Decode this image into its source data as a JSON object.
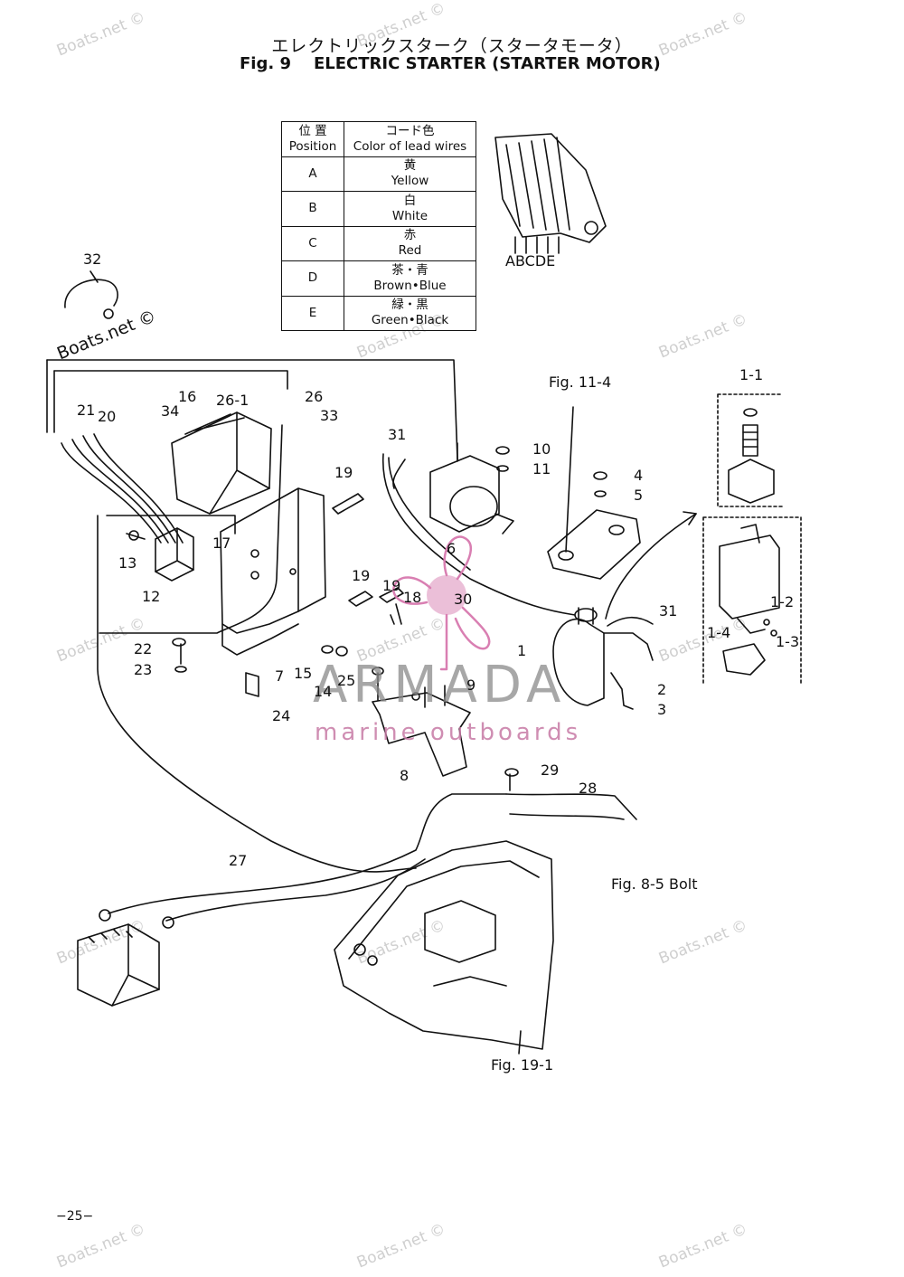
{
  "title": {
    "japanese": "エレクトリックスターク（スタータモータ）",
    "figure": "Fig. 9",
    "english": "ELECTRIC STARTER (STARTER MOTOR)"
  },
  "lead_table": {
    "header_position_jp": "位 置",
    "header_position_en": "Position",
    "header_color_jp": "コード色",
    "header_color_en": "Color of lead wires",
    "rows": [
      {
        "position": "A",
        "jp": "黄",
        "en": "Yellow"
      },
      {
        "position": "B",
        "jp": "白",
        "en": "White"
      },
      {
        "position": "C",
        "jp": "赤",
        "en": "Red"
      },
      {
        "position": "D",
        "jp": "茶・青",
        "en": "Brown•Blue"
      },
      {
        "position": "E",
        "jp": "緑・黒",
        "en": "Green•Black"
      }
    ]
  },
  "connector_label": "ABCDE",
  "figure_refs": {
    "fig_11_4": "Fig. 11-4",
    "fig_8_5": "Fig. 8-5 Bolt",
    "fig_19_1": "Fig. 19-1"
  },
  "part_labels": {
    "p1": "1",
    "p1_1": "1-1",
    "p1_2": "1-2",
    "p1_3": "1-3",
    "p1_4": "1-4",
    "p2": "2",
    "p3": "3",
    "p4": "4",
    "p5": "5",
    "p6": "6",
    "p7": "7",
    "p8": "8",
    "p9": "9",
    "p10": "10",
    "p11": "11",
    "p12": "12",
    "p13": "13",
    "p14": "14",
    "p15": "15",
    "p16": "16",
    "p17": "17",
    "p18": "18",
    "p19a": "19",
    "p19b": "19",
    "p19c": "19",
    "p20": "20",
    "p21": "21",
    "p22": "22",
    "p23": "23",
    "p24": "24",
    "p25": "25",
    "p26": "26",
    "p26_1": "26-1",
    "p27": "27",
    "p28": "28",
    "p29": "29",
    "p30": "30",
    "p31a": "31",
    "p31b": "31",
    "p32": "32",
    "p33": "33",
    "p34": "34"
  },
  "watermarks": {
    "boats": "Boats.net ©",
    "armada": "ARMADA",
    "armada_sub": "marine outboards"
  },
  "page_number": "−25−",
  "colors": {
    "line": "#111111",
    "watermark": "#cfcfcf",
    "armada_pink": "#d97fb2",
    "armada_gray": "#8a8a8a"
  }
}
